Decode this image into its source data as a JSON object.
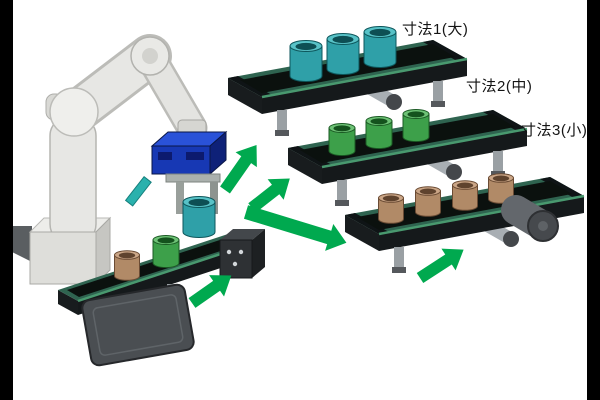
{
  "labels": {
    "size1": "寸法1(大)",
    "size2": "寸法2(中)",
    "size3": "寸法3(小)"
  },
  "colors": {
    "background": "#ffffff",
    "letterbox": "#000000",
    "arrow_green": "#00a94f",
    "part_teal": "#2fa0a8",
    "part_green": "#3da04a",
    "part_brown": "#b18a67",
    "gripper_blue": "#1738b4",
    "conveyor_rail_green": "#2f6450",
    "conveyor_belt_dark": "#0b110e",
    "robot_gray": "#e7e7e4"
  }
}
